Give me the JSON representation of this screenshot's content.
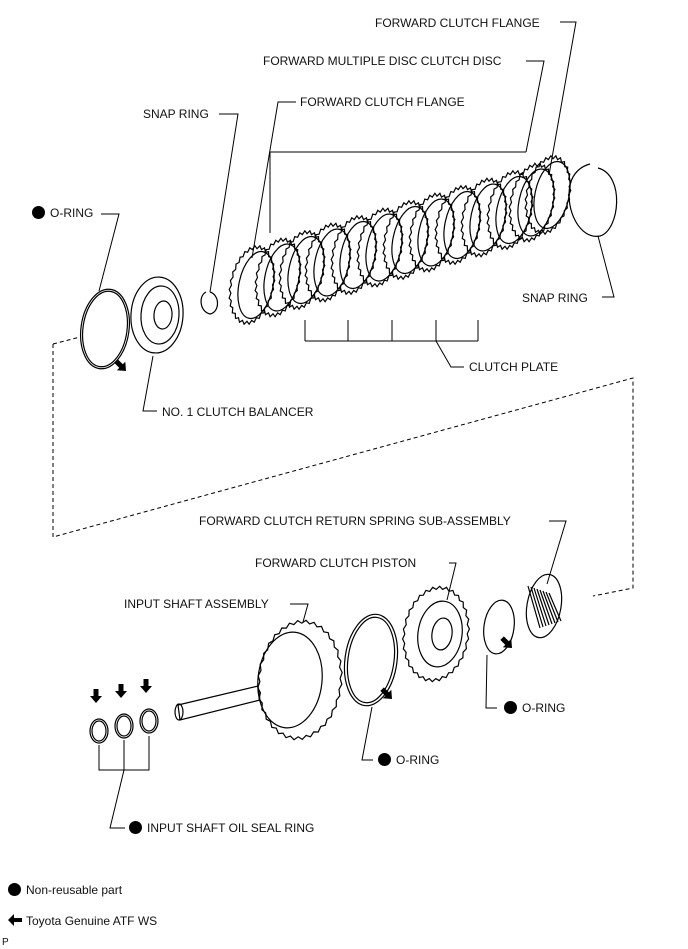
{
  "labels": {
    "forward_clutch_flange_top": "FORWARD CLUTCH FLANGE",
    "forward_multiple_disc": "FORWARD MULTIPLE DISC CLUTCH DISC",
    "forward_clutch_flange": "FORWARD CLUTCH FLANGE",
    "snap_ring_left": "SNAP RING",
    "o_ring_left": "O-RING",
    "snap_ring_right": "SNAP RING",
    "clutch_plate": "CLUTCH PLATE",
    "no1_clutch_balancer": "NO. 1 CLUTCH BALANCER",
    "return_spring": "FORWARD CLUTCH RETURN SPRING SUB-ASSEMBLY",
    "piston": "FORWARD CLUTCH PISTON",
    "input_shaft": "INPUT SHAFT ASSEMBLY",
    "o_ring_right": "O-RING",
    "o_ring_bottom": "O-RING",
    "oil_seal_ring": "INPUT SHAFT OIL SEAL RING"
  },
  "legend": {
    "non_reusable": "Non-reusable part",
    "atf": "Toyota Genuine ATF WS"
  },
  "corner_mark": "P",
  "colors": {
    "line": "#000000",
    "background": "#ffffff"
  },
  "icons": {
    "non_reusable": "filled-circle",
    "atf": "left-arrow"
  }
}
